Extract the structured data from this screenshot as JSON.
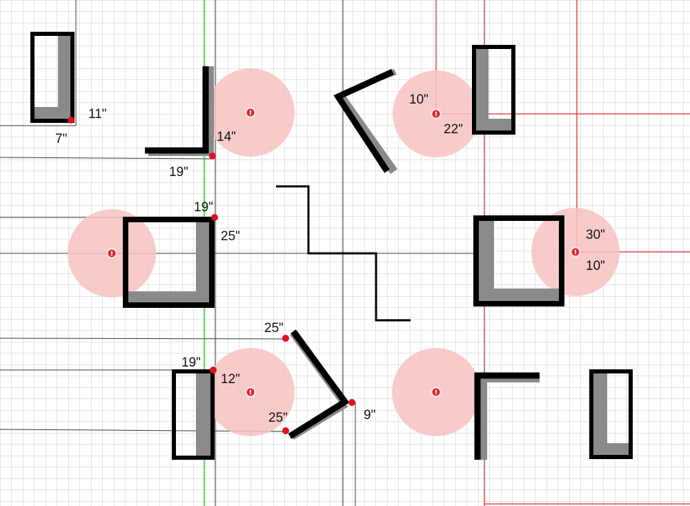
{
  "colors": {
    "background": "#ffffff",
    "grid": "#c9c9c9",
    "guide_dark": "#333333",
    "guide_red": "#e0282a",
    "guide_green": "#1fd81f",
    "shape": "#000000",
    "shadow": "#8a8a8a",
    "zone_fill": "#f7c2c2",
    "marker": "#e0282a",
    "point": "#e01020"
  },
  "icons": {
    "zone_marker": "target-icon",
    "anchor_point": "red-dot-icon"
  },
  "measurements": [
    {
      "id": "m-11-top-left",
      "text": "11\""
    },
    {
      "id": "m-7-top-left",
      "text": "7\""
    },
    {
      "id": "m-14-l-bracket",
      "text": "14\""
    },
    {
      "id": "m-19-l-bracket",
      "text": "19\""
    },
    {
      "id": "m-10-top-right",
      "text": "10\""
    },
    {
      "id": "m-22-top-right",
      "text": "22\""
    },
    {
      "id": "m-19-mid-square",
      "text": "19\""
    },
    {
      "id": "m-25-mid-square",
      "text": "25\""
    },
    {
      "id": "m-30-right-square",
      "text": "30\""
    },
    {
      "id": "m-10-right-square",
      "text": "10\""
    },
    {
      "id": "m-25-chevron-top",
      "text": "25\""
    },
    {
      "id": "m-19-bottom-rect",
      "text": "19\""
    },
    {
      "id": "m-12-bottom-rect",
      "text": "12\""
    },
    {
      "id": "m-25-chevron-bottom",
      "text": "25\""
    },
    {
      "id": "m-9-chevron-tip",
      "text": "9\""
    }
  ]
}
